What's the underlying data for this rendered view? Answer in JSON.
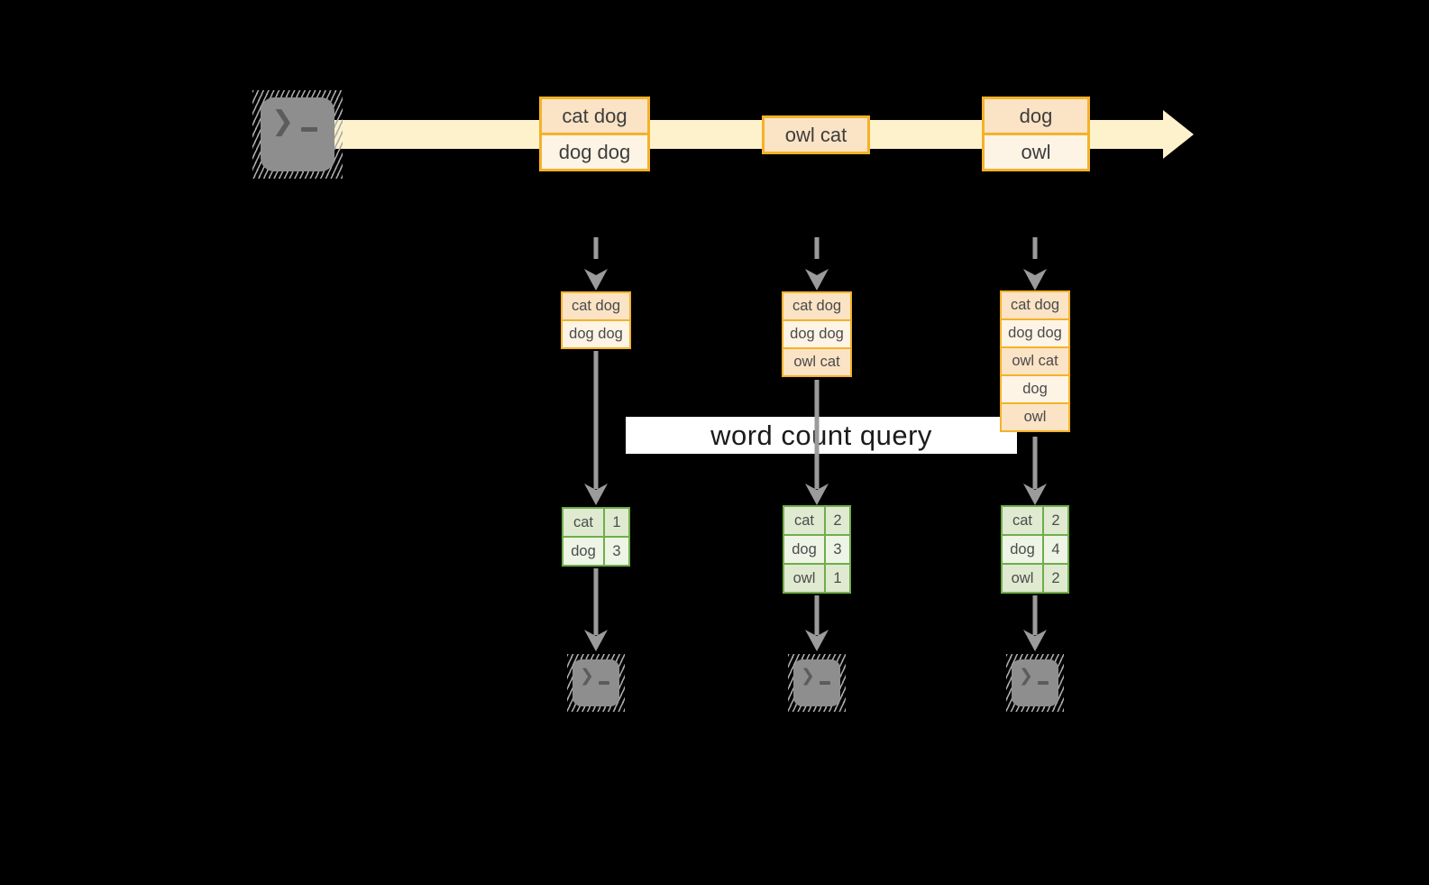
{
  "title": "streaming word count diagram",
  "colors": {
    "background": "#000000",
    "stream_band": "#fdf2cc",
    "record_border": "#f3b229",
    "record_fill_dark": "#fbe3c5",
    "record_fill_light": "#fdf4e6",
    "table_border": "#6fae4a",
    "table_fill_dark": "#dfead1",
    "table_fill_light": "#eef4e6",
    "arrow_gray": "#9b9b9b",
    "terminal_gray": "#8e8e8e",
    "query_band": "#ffffff"
  },
  "icons": {
    "source": "terminal-icon",
    "sinks": [
      "terminal-icon",
      "terminal-icon",
      "terminal-icon"
    ],
    "prompt_glyph": "❯"
  },
  "stream": {
    "batches": [
      {
        "rows": [
          "cat dog",
          "dog dog"
        ]
      },
      {
        "rows": [
          "owl cat"
        ]
      },
      {
        "rows": [
          "dog",
          "owl"
        ]
      }
    ]
  },
  "query": {
    "label": "word count query"
  },
  "columns": [
    {
      "state_rows": [
        "cat dog",
        "dog dog"
      ],
      "table": {
        "rows": [
          [
            "cat",
            "1"
          ],
          [
            "dog",
            "3"
          ]
        ]
      }
    },
    {
      "state_rows": [
        "cat dog",
        "dog dog",
        "owl cat"
      ],
      "table": {
        "rows": [
          [
            "cat",
            "2"
          ],
          [
            "dog",
            "3"
          ],
          [
            "owl",
            "1"
          ]
        ]
      }
    },
    {
      "state_rows": [
        "cat dog",
        "dog dog",
        "owl cat",
        "dog",
        "owl"
      ],
      "table": {
        "rows": [
          [
            "cat",
            "2"
          ],
          [
            "dog",
            "4"
          ],
          [
            "owl",
            "2"
          ]
        ]
      }
    }
  ]
}
